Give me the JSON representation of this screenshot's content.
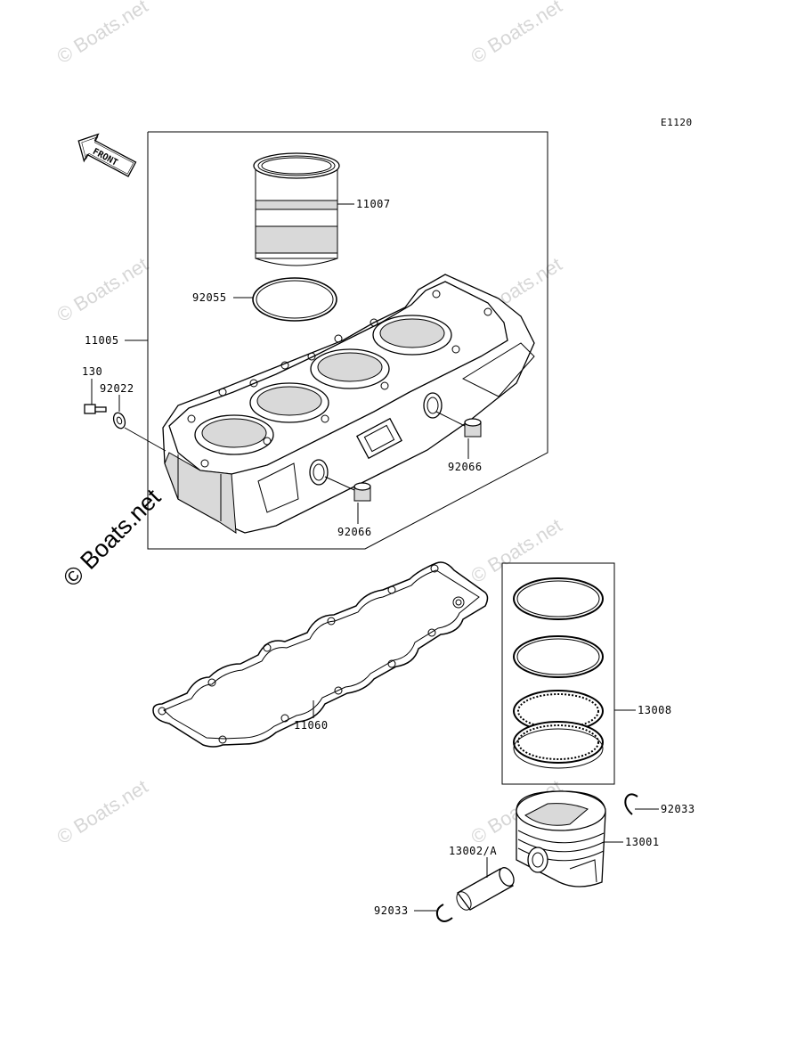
{
  "diagram_code": "E1120",
  "front_label": "FRONT",
  "watermark": "© Boats.net",
  "parts": {
    "p11007": "11007",
    "p92055": "92055",
    "p11005": "11005",
    "p130": "130",
    "p92022": "92022",
    "p92066a": "92066",
    "p92066b": "92066",
    "p11060": "11060",
    "p13008": "13008",
    "p92033a": "92033",
    "p13001": "13001",
    "p13002A": "13002/A",
    "p92033b": "92033"
  }
}
